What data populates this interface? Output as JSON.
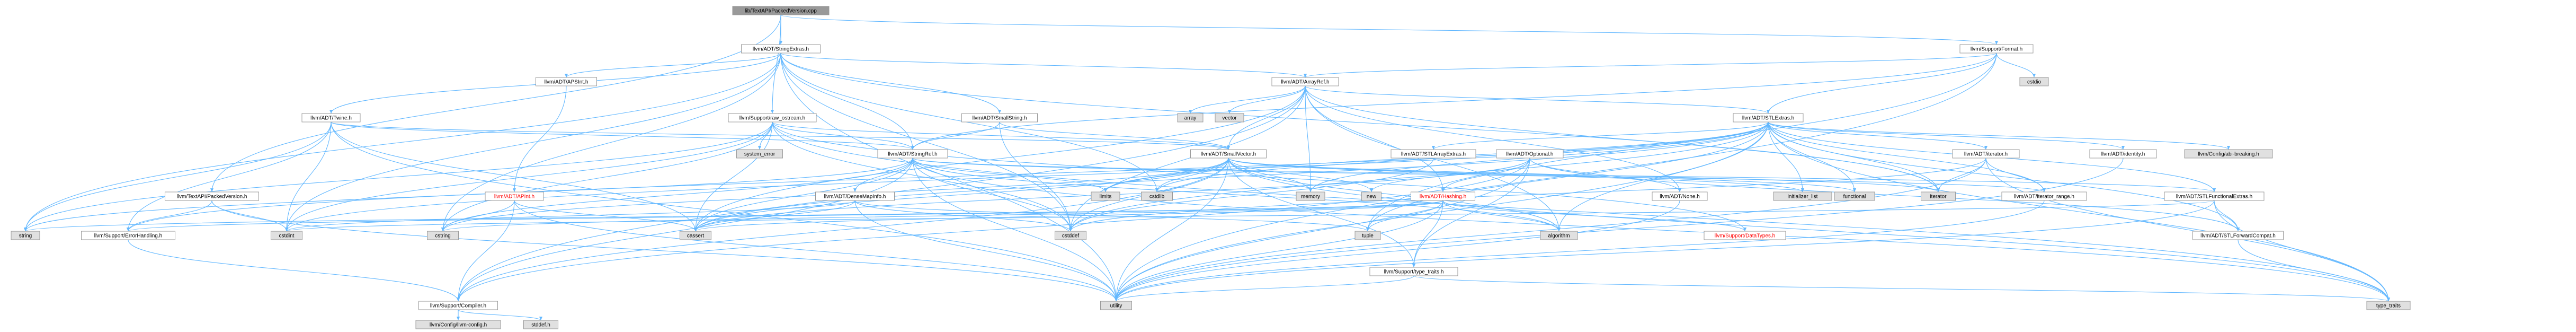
{
  "title": "lib/TextAPI/PackedVersion.cpp",
  "colors": {
    "edge": "#63B8FF",
    "root_fill": "#999999",
    "node_fill": "#FFFFFF",
    "system_fill": "#E0E0E0",
    "node_border": "#999999",
    "highlight_text": "#FF0000"
  },
  "nodes": [
    {
      "id": "root",
      "label": "lib/TextAPI/PackedVersion.cpp",
      "kind": "root"
    },
    {
      "id": "stringextras",
      "label": "llvm/ADT/StringExtras.h",
      "kind": "header"
    },
    {
      "id": "format",
      "label": "llvm/Support/Format.h",
      "kind": "header"
    },
    {
      "id": "cstdio",
      "label": "cstdio",
      "kind": "system"
    },
    {
      "id": "apsint",
      "label": "llvm/ADT/APSInt.h",
      "kind": "header"
    },
    {
      "id": "arrayref",
      "label": "llvm/ADT/ArrayRef.h",
      "kind": "header"
    },
    {
      "id": "array",
      "label": "array",
      "kind": "system"
    },
    {
      "id": "vector",
      "label": "vector",
      "kind": "system"
    },
    {
      "id": "twine",
      "label": "llvm/ADT/Twine.h",
      "kind": "header"
    },
    {
      "id": "rawostream",
      "label": "llvm/Support/raw_ostream.h",
      "kind": "header"
    },
    {
      "id": "smallstring",
      "label": "llvm/ADT/SmallString.h",
      "kind": "header"
    },
    {
      "id": "stlextras",
      "label": "llvm/ADT/STLExtras.h",
      "kind": "header"
    },
    {
      "id": "systemerror",
      "label": "system_error",
      "kind": "system"
    },
    {
      "id": "stringref",
      "label": "llvm/ADT/StringRef.h",
      "kind": "header"
    },
    {
      "id": "smallvector",
      "label": "llvm/ADT/SmallVector.h",
      "kind": "header"
    },
    {
      "id": "stlarrayextras",
      "label": "llvm/ADT/STLArrayExtras.h",
      "kind": "header"
    },
    {
      "id": "optional",
      "label": "llvm/ADT/Optional.h",
      "kind": "header"
    },
    {
      "id": "iterator",
      "label": "llvm/ADT/iterator.h",
      "kind": "header"
    },
    {
      "id": "identity",
      "label": "llvm/ADT/identity.h",
      "kind": "header"
    },
    {
      "id": "configabi",
      "label": "llvm/Config/abi-breaking.h",
      "kind": "system"
    },
    {
      "id": "packedversionh",
      "label": "llvm/TextAPI/PackedVersion.h",
      "kind": "header"
    },
    {
      "id": "apint",
      "label": "llvm/ADT/APInt.h",
      "kind": "header",
      "highlight": true
    },
    {
      "id": "densemapinfo",
      "label": "llvm/ADT/DenseMapInfo.h",
      "kind": "header"
    },
    {
      "id": "limits",
      "label": "limits",
      "kind": "system"
    },
    {
      "id": "cstdlib",
      "label": "cstdlib",
      "kind": "system"
    },
    {
      "id": "memory",
      "label": "memory",
      "kind": "system"
    },
    {
      "id": "new",
      "label": "new",
      "kind": "system"
    },
    {
      "id": "hashing",
      "label": "llvm/ADT/Hashing.h",
      "kind": "header",
      "highlight": true
    },
    {
      "id": "none",
      "label": "llvm/ADT/None.h",
      "kind": "header"
    },
    {
      "id": "initlist",
      "label": "initializer_list",
      "kind": "system"
    },
    {
      "id": "functional",
      "label": "functional",
      "kind": "system"
    },
    {
      "id": "iteratorstd",
      "label": "iterator",
      "kind": "system"
    },
    {
      "id": "iteratorrange",
      "label": "llvm/ADT/iterator_range.h",
      "kind": "header"
    },
    {
      "id": "stlfunctional",
      "label": "llvm/ADT/STLFunctionalExtras.h",
      "kind": "header"
    },
    {
      "id": "stlforward",
      "label": "llvm/ADT/STLForwardCompat.h",
      "kind": "header"
    },
    {
      "id": "string",
      "label": "string",
      "kind": "system"
    },
    {
      "id": "errorhandling",
      "label": "llvm/Support/ErrorHandling.h",
      "kind": "header"
    },
    {
      "id": "cstdint",
      "label": "cstdint",
      "kind": "system"
    },
    {
      "id": "cstring",
      "label": "cstring",
      "kind": "system"
    },
    {
      "id": "cassert",
      "label": "cassert",
      "kind": "system"
    },
    {
      "id": "cstddef",
      "label": "cstddef",
      "kind": "system"
    },
    {
      "id": "tuple",
      "label": "tuple",
      "kind": "system"
    },
    {
      "id": "algorithm",
      "label": "algorithm",
      "kind": "system"
    },
    {
      "id": "datatypes",
      "label": "llvm/Support/DataTypes.h",
      "kind": "header",
      "highlight": true
    },
    {
      "id": "typetraitsllvm",
      "label": "llvm/Support/type_traits.h",
      "kind": "header"
    },
    {
      "id": "compiler",
      "label": "llvm/Support/Compiler.h",
      "kind": "header"
    },
    {
      "id": "utility",
      "label": "utility",
      "kind": "system"
    },
    {
      "id": "typetraits",
      "label": "type_traits",
      "kind": "system"
    },
    {
      "id": "llvmconfig",
      "label": "llvm/Config/llvm-config.h",
      "kind": "system"
    },
    {
      "id": "stddef",
      "label": "stddef.h",
      "kind": "system"
    }
  ]
}
